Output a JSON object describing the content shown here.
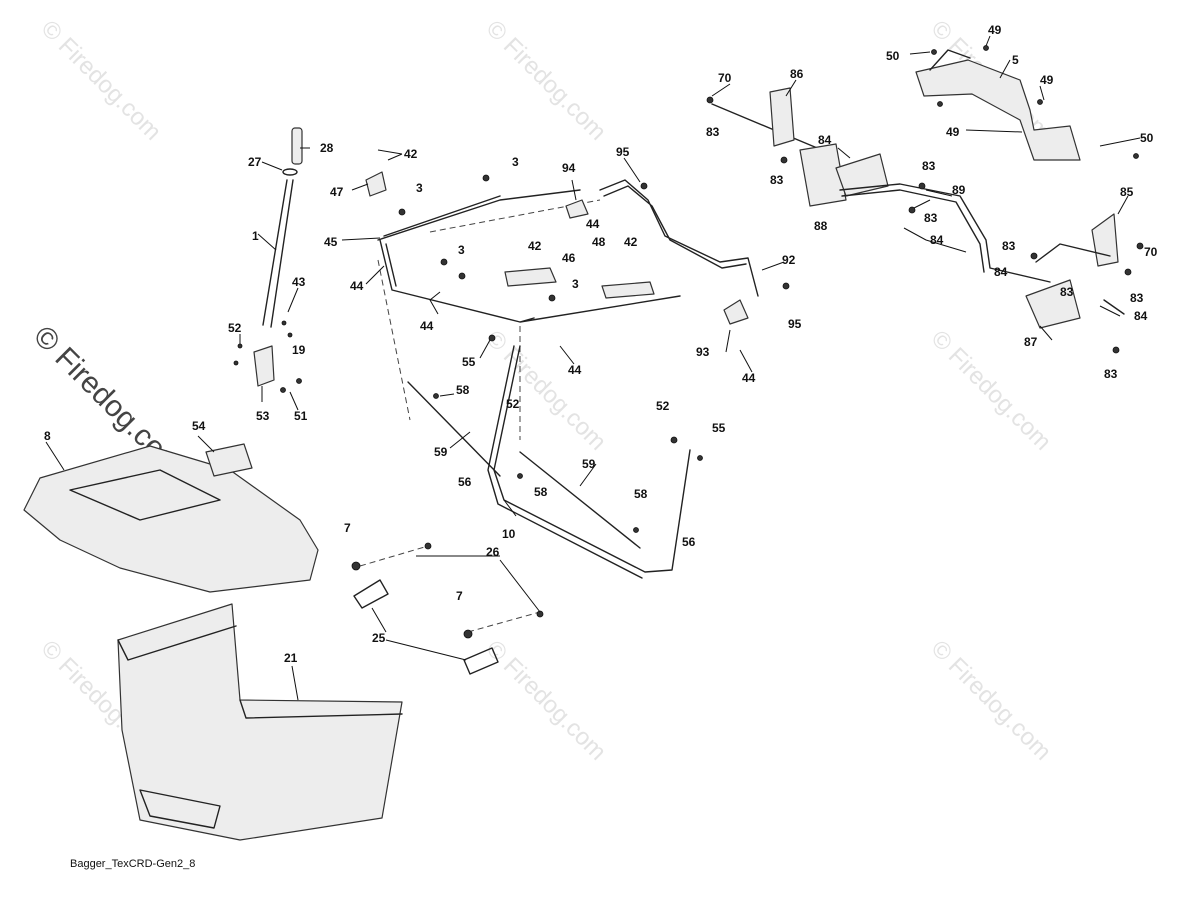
{
  "diagram": {
    "reference_code": "Bagger_TexCRD-Gen2_8",
    "watermark_text": "© Firedog.com",
    "callouts": [
      {
        "id": "c28",
        "text": "28"
      },
      {
        "id": "c27",
        "text": "27"
      },
      {
        "id": "c1",
        "text": "1"
      },
      {
        "id": "c43",
        "text": "43"
      },
      {
        "id": "c52a",
        "text": "52"
      },
      {
        "id": "c19",
        "text": "19"
      },
      {
        "id": "c53",
        "text": "53"
      },
      {
        "id": "c51",
        "text": "51"
      },
      {
        "id": "c42a",
        "text": "42"
      },
      {
        "id": "c47",
        "text": "47"
      },
      {
        "id": "c3a",
        "text": "3"
      },
      {
        "id": "c3b",
        "text": "3"
      },
      {
        "id": "c45",
        "text": "45"
      },
      {
        "id": "c44a",
        "text": "44"
      },
      {
        "id": "c3c",
        "text": "3"
      },
      {
        "id": "c44b",
        "text": "44"
      },
      {
        "id": "c94",
        "text": "94"
      },
      {
        "id": "c95a",
        "text": "95"
      },
      {
        "id": "c44c",
        "text": "44"
      },
      {
        "id": "c42b",
        "text": "42"
      },
      {
        "id": "c46",
        "text": "46"
      },
      {
        "id": "c48",
        "text": "48"
      },
      {
        "id": "c42c",
        "text": "42"
      },
      {
        "id": "c3d",
        "text": "3"
      },
      {
        "id": "c92",
        "text": "92"
      },
      {
        "id": "c95b",
        "text": "95"
      },
      {
        "id": "c93",
        "text": "93"
      },
      {
        "id": "c44d",
        "text": "44"
      },
      {
        "id": "c55a",
        "text": "55"
      },
      {
        "id": "c44e",
        "text": "44"
      },
      {
        "id": "c58a",
        "text": "58"
      },
      {
        "id": "c52b",
        "text": "52"
      },
      {
        "id": "c59a",
        "text": "59"
      },
      {
        "id": "c56a",
        "text": "56"
      },
      {
        "id": "c58b",
        "text": "58"
      },
      {
        "id": "c59b",
        "text": "59"
      },
      {
        "id": "c52c",
        "text": "52"
      },
      {
        "id": "c55b",
        "text": "55"
      },
      {
        "id": "c58c",
        "text": "58"
      },
      {
        "id": "c10",
        "text": "10"
      },
      {
        "id": "c56b",
        "text": "56"
      },
      {
        "id": "c7a",
        "text": "7"
      },
      {
        "id": "c26",
        "text": "26"
      },
      {
        "id": "c7b",
        "text": "7"
      },
      {
        "id": "c25",
        "text": "25"
      },
      {
        "id": "c8",
        "text": "8"
      },
      {
        "id": "c54",
        "text": "54"
      },
      {
        "id": "c21",
        "text": "21"
      },
      {
        "id": "c70a",
        "text": "70"
      },
      {
        "id": "c86",
        "text": "86"
      },
      {
        "id": "c83a",
        "text": "83"
      },
      {
        "id": "c84a",
        "text": "84"
      },
      {
        "id": "c83b",
        "text": "83"
      },
      {
        "id": "c83c",
        "text": "83"
      },
      {
        "id": "c88",
        "text": "88"
      },
      {
        "id": "c83d",
        "text": "83"
      },
      {
        "id": "c89",
        "text": "89"
      },
      {
        "id": "c84b",
        "text": "84"
      },
      {
        "id": "c83e",
        "text": "83"
      },
      {
        "id": "c84c",
        "text": "84"
      },
      {
        "id": "c87",
        "text": "87"
      },
      {
        "id": "c83f",
        "text": "83"
      },
      {
        "id": "c85",
        "text": "85"
      },
      {
        "id": "c70b",
        "text": "70"
      },
      {
        "id": "c83g",
        "text": "83"
      },
      {
        "id": "c84d",
        "text": "84"
      },
      {
        "id": "c83h",
        "text": "83"
      },
      {
        "id": "c49a",
        "text": "49"
      },
      {
        "id": "c50a",
        "text": "50"
      },
      {
        "id": "c5",
        "text": "5"
      },
      {
        "id": "c49b",
        "text": "49"
      },
      {
        "id": "c49c",
        "text": "49"
      },
      {
        "id": "c50b",
        "text": "50"
      }
    ]
  }
}
